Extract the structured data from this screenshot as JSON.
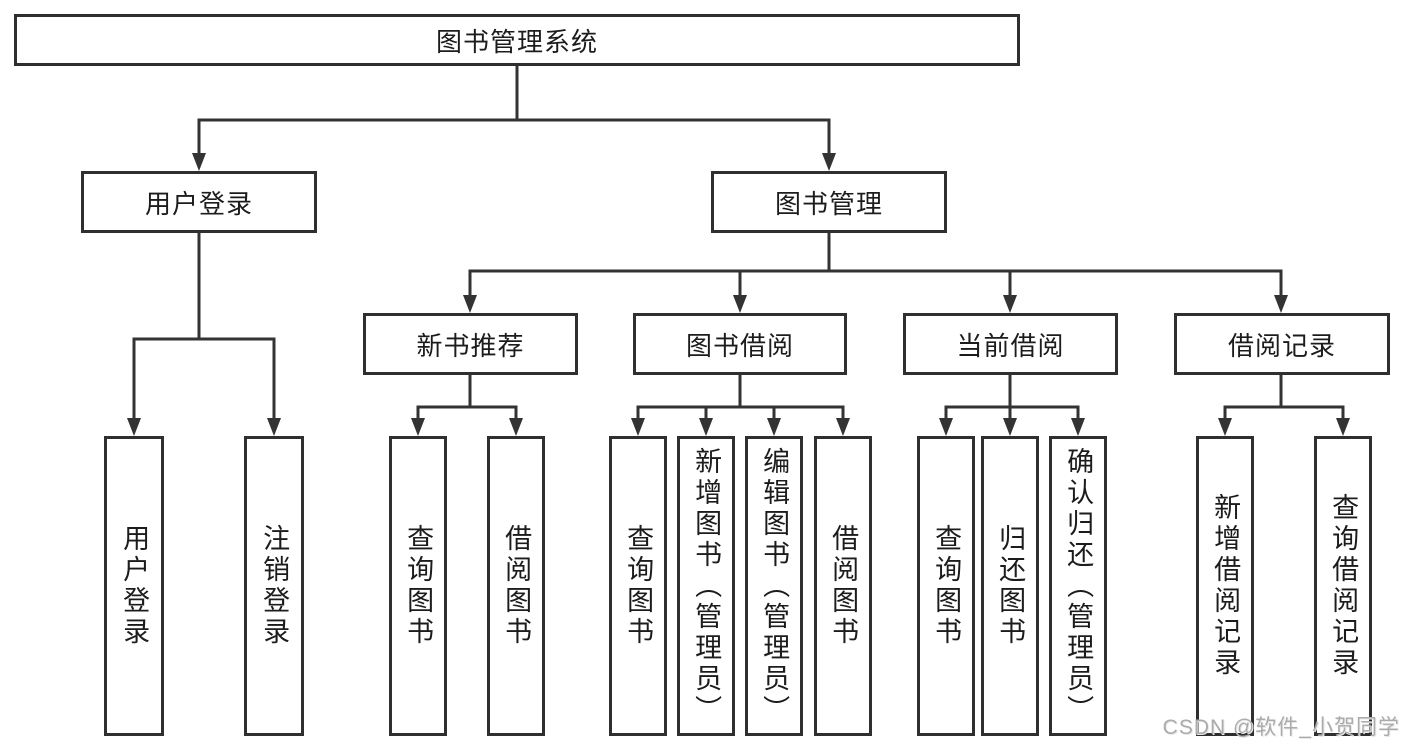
{
  "diagram": {
    "root_label": "图书管理系统",
    "level1": [
      {
        "label": "用户登录"
      },
      {
        "label": "图书管理"
      }
    ],
    "level2": [
      {
        "label": "新书推荐"
      },
      {
        "label": "图书借阅"
      },
      {
        "label": "当前借阅"
      },
      {
        "label": "借阅记录"
      }
    ],
    "groups": [
      {
        "parent": "用户登录",
        "items": [
          "用户登录",
          "注销登录"
        ]
      },
      {
        "parent": "新书推荐",
        "items": [
          "查询图书",
          "借阅图书"
        ]
      },
      {
        "parent": "图书借阅",
        "items": [
          "查询图书",
          "新增图书（管理员）",
          "编辑图书（管理员）",
          "借阅图书"
        ]
      },
      {
        "parent": "当前借阅",
        "items": [
          "查询图书",
          "归还图书",
          "确认归还（管理员）"
        ]
      },
      {
        "parent": "借阅记录",
        "items": [
          "新增借阅记录",
          "查询借阅记录"
        ]
      }
    ],
    "colors": {
      "line": "#333333",
      "box_border": "#2f2f2f",
      "text": "#1c1c1c",
      "background": "#ffffff",
      "watermark": "#ababab"
    }
  },
  "watermark": {
    "text": "CSDN @软件_小贺同学"
  }
}
